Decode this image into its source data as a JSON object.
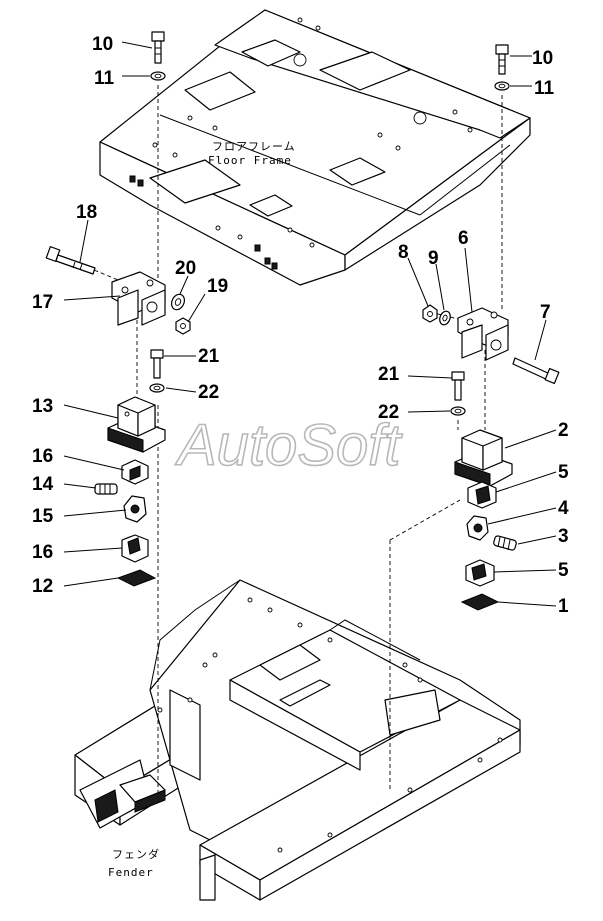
{
  "captions": {
    "floor_frame_jp": "フロアフレーム",
    "floor_frame_en": "Floor Frame",
    "fender_jp": "フェンダ",
    "fender_en": "Fender"
  },
  "watermark": "AutoSoft",
  "callouts": {
    "c10_left": "10",
    "c11_left": "11",
    "c10_right": "10",
    "c11_right": "11",
    "c18": "18",
    "c17": "17",
    "c20": "20",
    "c19": "19",
    "c8": "8",
    "c9": "9",
    "c6": "6",
    "c7": "7",
    "c21_left": "21",
    "c22_left": "22",
    "c21_right": "21",
    "c22_right": "22",
    "c13": "13",
    "c16_top": "16",
    "c14": "14",
    "c15": "15",
    "c16_bottom": "16",
    "c12": "12",
    "c2": "2",
    "c5_top": "5",
    "c4": "4",
    "c3": "3",
    "c5_bottom": "5",
    "c1": "1"
  }
}
